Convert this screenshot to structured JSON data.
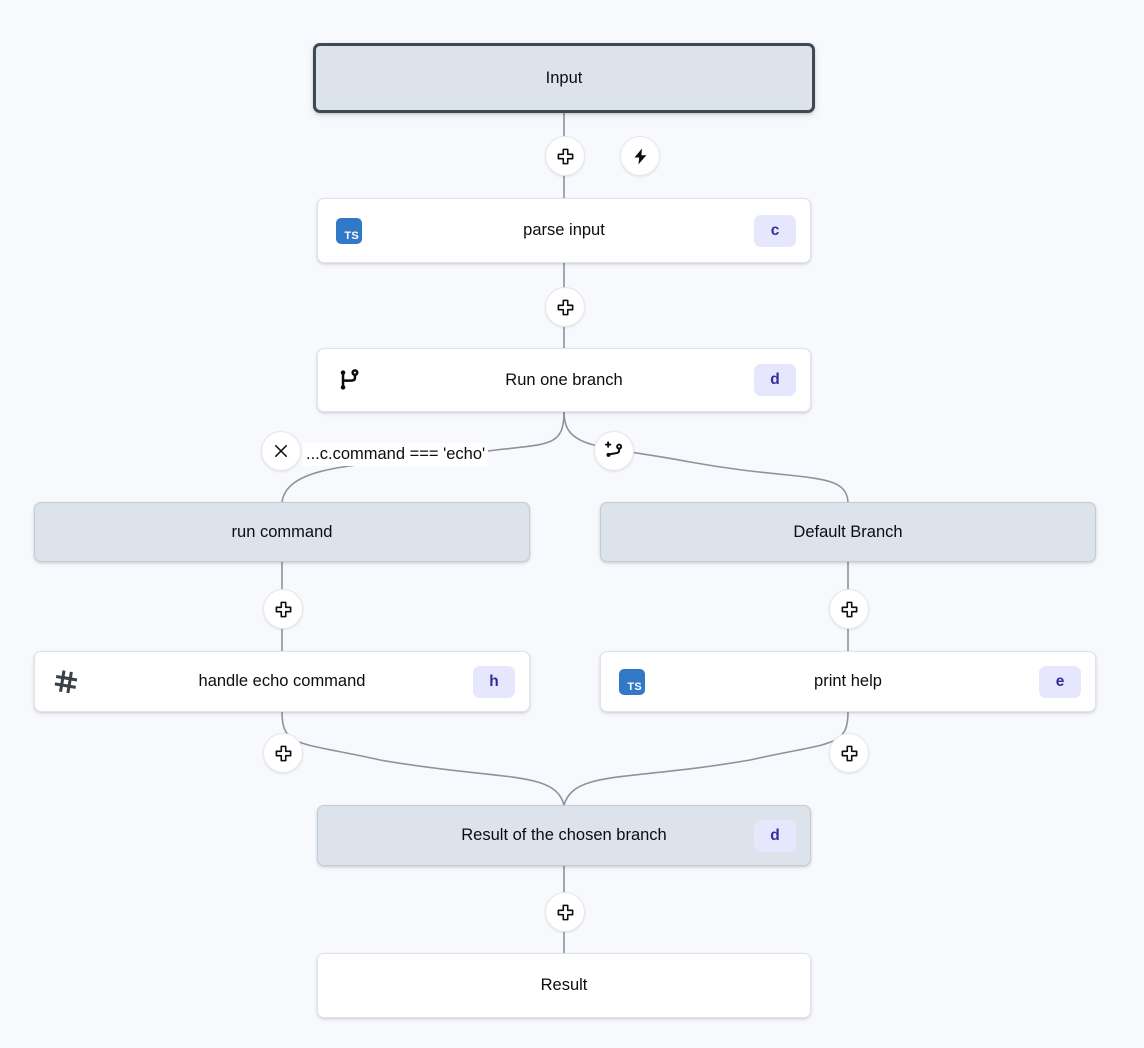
{
  "canvas": {
    "background_color": "#f8f9fc",
    "edge_color": "#8b949e"
  },
  "theme": {
    "node_gray_fill": "#dde3ea",
    "node_white_fill": "#ffffff",
    "badge_bg": "#e6e7fd",
    "badge_text": "#312e9c",
    "selected_border": "#3f4854",
    "ts_icon_color": "#3178c6"
  },
  "nodes": [
    {
      "id": "input",
      "label": "Input",
      "variant": "selected",
      "icon": null,
      "badge": null
    },
    {
      "id": "parse-input",
      "label": "parse input",
      "variant": "white",
      "icon": "typescript-icon",
      "icon_text": "TS",
      "badge": "c"
    },
    {
      "id": "run-one-branch",
      "label": "Run one branch",
      "variant": "white",
      "icon": "git-branch-icon",
      "badge": "d"
    },
    {
      "id": "run-command",
      "label": "run command",
      "variant": "gray",
      "icon": null,
      "badge": null
    },
    {
      "id": "default-branch",
      "label": "Default Branch",
      "variant": "gray",
      "icon": null,
      "badge": null
    },
    {
      "id": "handle-echo-command",
      "label": "handle echo command",
      "variant": "white",
      "icon": "script-hash-icon",
      "badge": "h"
    },
    {
      "id": "print-help",
      "label": "print help",
      "variant": "white",
      "icon": "typescript-icon",
      "icon_text": "TS",
      "badge": "e"
    },
    {
      "id": "result-of-chosen-branch",
      "label": "Result of the chosen branch",
      "variant": "gray",
      "icon": null,
      "badge": "d"
    },
    {
      "id": "result",
      "label": "Result",
      "variant": "white",
      "icon": null,
      "badge": null
    }
  ],
  "edge_labels": [
    {
      "id": "echo-condition",
      "text": "...c.command === 'echo'"
    }
  ],
  "handles": [
    {
      "id": "add-step-after-input",
      "icon": "plus-icon"
    },
    {
      "id": "trigger-bolt",
      "icon": "bolt-icon"
    },
    {
      "id": "add-step-after-parse-input",
      "icon": "plus-icon"
    },
    {
      "id": "delete-branch",
      "icon": "close-icon"
    },
    {
      "id": "add-branch",
      "icon": "add-branch-icon"
    },
    {
      "id": "add-step-run-command",
      "icon": "plus-icon"
    },
    {
      "id": "add-step-default-branch",
      "icon": "plus-icon"
    },
    {
      "id": "add-step-after-handle-echo",
      "icon": "plus-icon"
    },
    {
      "id": "add-step-after-print-help",
      "icon": "plus-icon"
    },
    {
      "id": "add-step-after-result-branch",
      "icon": "plus-icon"
    }
  ]
}
